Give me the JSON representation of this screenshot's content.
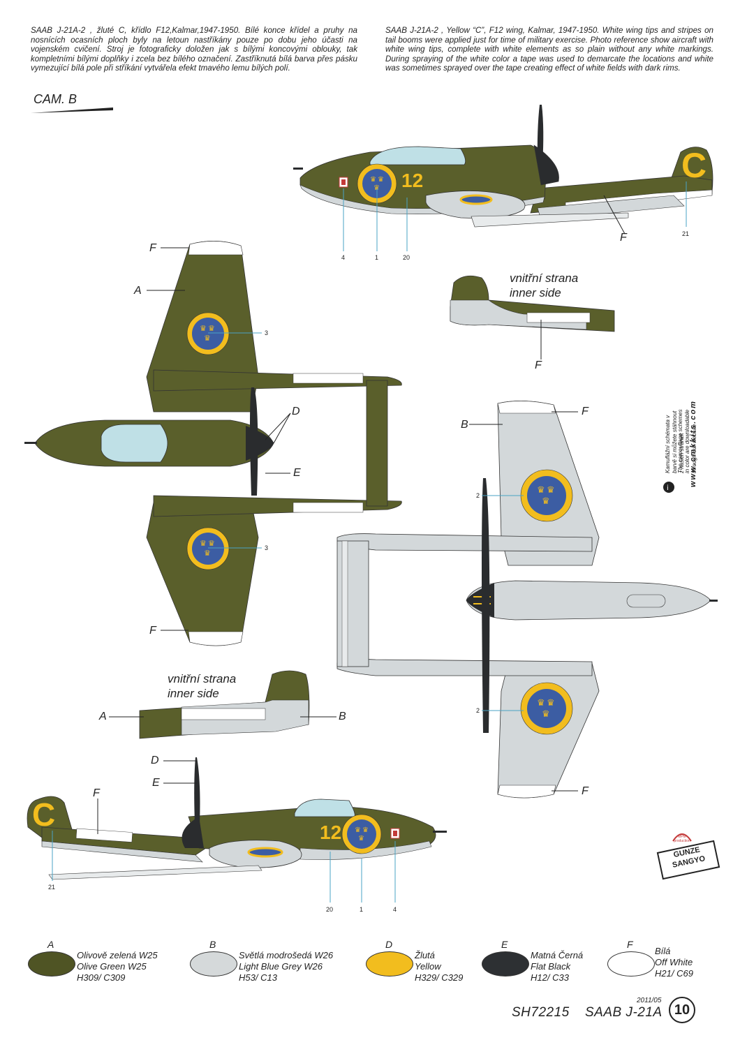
{
  "descriptions": {
    "czech": "SAAB J-21A-2 , žluté C, křídlo F12,Kalmar,1947-1950. Bílé konce křídel a pruhy na nosnících ocasních ploch byly na letoun nastříkány pouze po dobu jeho účasti na vojenském cvičení. Stroj je fotograficky doložen jak s bílými koncovými oblouky, tak kompletními bílými doplňky i zcela bez bílého označení. Zastříknutá bílá barva přes pásku vymezující bílá pole při stříkání vytvářela efekt tmavého lemu bílých polí.",
    "english": "SAAB J-21A-2 , Yellow “C”, F12 wing, Kalmar, 1947-1950. White wing tips and stripes on tail booms were applied just for time of military exercise. Photo reference show aircraft with white wing tips, complete with white elements as so plain without any white markings. During spraying of the white color a tape was used to demarcate the locations and white was sometimes sprayed over the tape creating effect of white fields with dark rims."
  },
  "scheme_label": "CAM. B",
  "aircraft_markings": {
    "code_letter": "C",
    "number": "12"
  },
  "callouts": {
    "A": "A",
    "B": "B",
    "D": "D",
    "E": "E",
    "F": "F"
  },
  "callout_numbers": {
    "n1": "1",
    "n2": "2",
    "n3": "3",
    "n4": "4",
    "n20": "20",
    "n21": "21"
  },
  "inner_side": {
    "czech": "vnitřní strana",
    "english": "inner side"
  },
  "website_note": {
    "czech": [
      "Kamuflážní schémata v",
      "barvě si můžete stáhnout",
      "z našich stránek"
    ],
    "english": [
      "The camouflage schemes",
      "in color are downloadable",
      "through our website"
    ],
    "url": "www.cmkkits.com"
  },
  "brand_logos": {
    "gunze": "GUNZE",
    "sangyo": "SANGYO",
    "mpm": "MPM production"
  },
  "legend": [
    {
      "letter": "A",
      "color": "#4f5424",
      "lines": [
        "Olivově zelená W25",
        "Olive Green W25",
        "H309/ C309"
      ]
    },
    {
      "letter": "B",
      "color": "#d5d9da",
      "lines": [
        "Světlá modrošedá W26",
        "Light Blue Grey W26",
        "H53/ C13"
      ]
    },
    {
      "letter": "D",
      "color": "#f2bd1e",
      "lines": [
        "Žlutá",
        "Yellow",
        "H329/ C329"
      ]
    },
    {
      "letter": "E",
      "color": "#2d3033",
      "lines": [
        "Matná Černá",
        "Flat Black",
        "H12/ C33"
      ]
    },
    {
      "letter": "F",
      "color": "#ffffff",
      "lines": [
        "Bílá",
        "Off White",
        "H21/ C69"
      ]
    }
  ],
  "footer": {
    "date": "2011/05",
    "code": "SH72215",
    "model": "SAAB J-21A",
    "page": "10"
  },
  "colors": {
    "olive": "#5a5f2b",
    "olive_dark": "#454a1f",
    "grey": "#d3d8da",
    "yellow": "#f2bd1e",
    "roundel_blue": "#3c5da3",
    "black": "#2a2c2e",
    "canopy": "#bfe0e6",
    "leader": "#4aa3c4"
  }
}
